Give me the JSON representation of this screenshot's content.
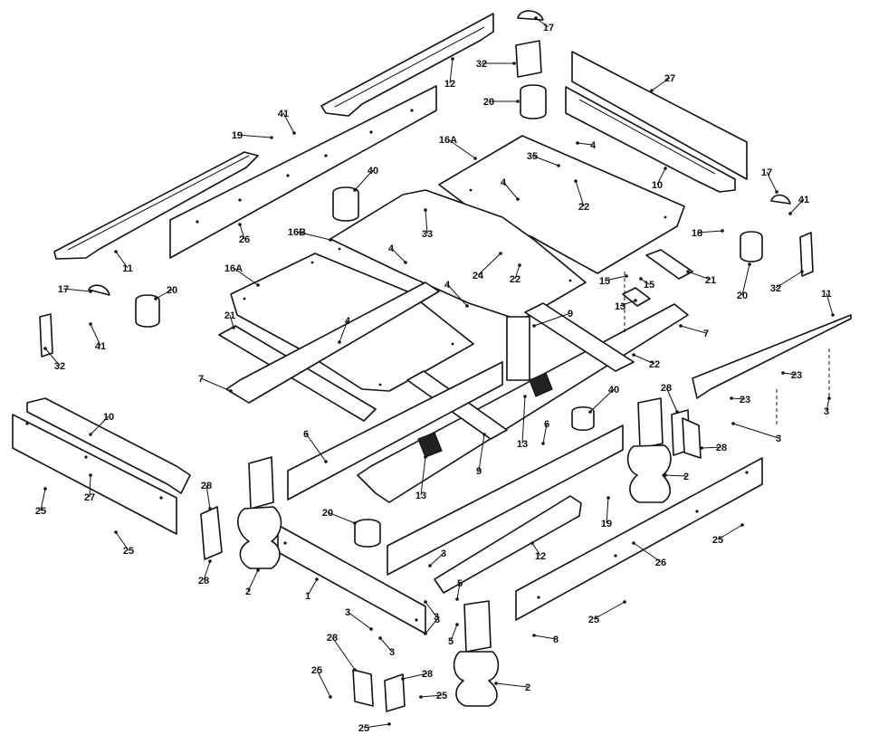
{
  "diagram": {
    "callouts": [
      {
        "id": "c17a",
        "text": "17"
      },
      {
        "id": "c32a",
        "text": "32"
      },
      {
        "id": "c20a",
        "text": "20"
      },
      {
        "id": "c12a",
        "text": "12"
      },
      {
        "id": "c27a",
        "text": "27"
      },
      {
        "id": "c41a",
        "text": "41"
      },
      {
        "id": "c19a",
        "text": "19"
      },
      {
        "id": "c4a",
        "text": "4"
      },
      {
        "id": "c16Aa",
        "text": "16A"
      },
      {
        "id": "c35",
        "text": "35"
      },
      {
        "id": "c10a",
        "text": "10"
      },
      {
        "id": "c40a",
        "text": "40"
      },
      {
        "id": "c4b",
        "text": "4"
      },
      {
        "id": "c22a",
        "text": "22"
      },
      {
        "id": "c17b",
        "text": "17"
      },
      {
        "id": "c41b",
        "text": "41"
      },
      {
        "id": "c26a",
        "text": "26"
      },
      {
        "id": "c16B",
        "text": "16B"
      },
      {
        "id": "c33",
        "text": "33"
      },
      {
        "id": "c18",
        "text": "18"
      },
      {
        "id": "c11a",
        "text": "11"
      },
      {
        "id": "c4c",
        "text": "4"
      },
      {
        "id": "c24",
        "text": "24"
      },
      {
        "id": "c22b",
        "text": "22"
      },
      {
        "id": "c21a",
        "text": "21"
      },
      {
        "id": "c16Ab",
        "text": "16A"
      },
      {
        "id": "c15a",
        "text": "15"
      },
      {
        "id": "c15b",
        "text": "15"
      },
      {
        "id": "c20b",
        "text": "20"
      },
      {
        "id": "c32b",
        "text": "32"
      },
      {
        "id": "c17c",
        "text": "17"
      },
      {
        "id": "c20c",
        "text": "20"
      },
      {
        "id": "c4d",
        "text": "4"
      },
      {
        "id": "c13a",
        "text": "13"
      },
      {
        "id": "c11b",
        "text": "11"
      },
      {
        "id": "c41c",
        "text": "41"
      },
      {
        "id": "c21b",
        "text": "21"
      },
      {
        "id": "c9a",
        "text": "9"
      },
      {
        "id": "c4e",
        "text": "4"
      },
      {
        "id": "c7a",
        "text": "7"
      },
      {
        "id": "c32c",
        "text": "32"
      },
      {
        "id": "c22c",
        "text": "22"
      },
      {
        "id": "c7b",
        "text": "7"
      },
      {
        "id": "c23a",
        "text": "23"
      },
      {
        "id": "c23b",
        "text": "23"
      },
      {
        "id": "c10b",
        "text": "10"
      },
      {
        "id": "c28a",
        "text": "28"
      },
      {
        "id": "c40b",
        "text": "40"
      },
      {
        "id": "c3a",
        "text": "3"
      },
      {
        "id": "c3b",
        "text": "3"
      },
      {
        "id": "c6a",
        "text": "6"
      },
      {
        "id": "c13b",
        "text": "13"
      },
      {
        "id": "c6b",
        "text": "6"
      },
      {
        "id": "c28b",
        "text": "28"
      },
      {
        "id": "c9b",
        "text": "9"
      },
      {
        "id": "c13c",
        "text": "13"
      },
      {
        "id": "c2a",
        "text": "2"
      },
      {
        "id": "c25a",
        "text": "25"
      },
      {
        "id": "c27b",
        "text": "27"
      },
      {
        "id": "c28c",
        "text": "28"
      },
      {
        "id": "c20d",
        "text": "20"
      },
      {
        "id": "c19b",
        "text": "19"
      },
      {
        "id": "c25b",
        "text": "25"
      },
      {
        "id": "c25c",
        "text": "25"
      },
      {
        "id": "c3c",
        "text": "3"
      },
      {
        "id": "c12b",
        "text": "12"
      },
      {
        "id": "c26b",
        "text": "26"
      },
      {
        "id": "c28d",
        "text": "28"
      },
      {
        "id": "c2b",
        "text": "2"
      },
      {
        "id": "c1",
        "text": "1"
      },
      {
        "id": "c3d",
        "text": "3"
      },
      {
        "id": "c5a",
        "text": "5"
      },
      {
        "id": "c25d",
        "text": "25"
      },
      {
        "id": "c3e",
        "text": "3"
      },
      {
        "id": "c3f",
        "text": "3"
      },
      {
        "id": "c5b",
        "text": "5"
      },
      {
        "id": "c8",
        "text": "8"
      },
      {
        "id": "c3g",
        "text": "3"
      },
      {
        "id": "c28e",
        "text": "28"
      },
      {
        "id": "c28f",
        "text": "28"
      },
      {
        "id": "c25e",
        "text": "25"
      },
      {
        "id": "c25f",
        "text": "25"
      },
      {
        "id": "c2c",
        "text": "2"
      },
      {
        "id": "c25g",
        "text": "25"
      }
    ]
  }
}
